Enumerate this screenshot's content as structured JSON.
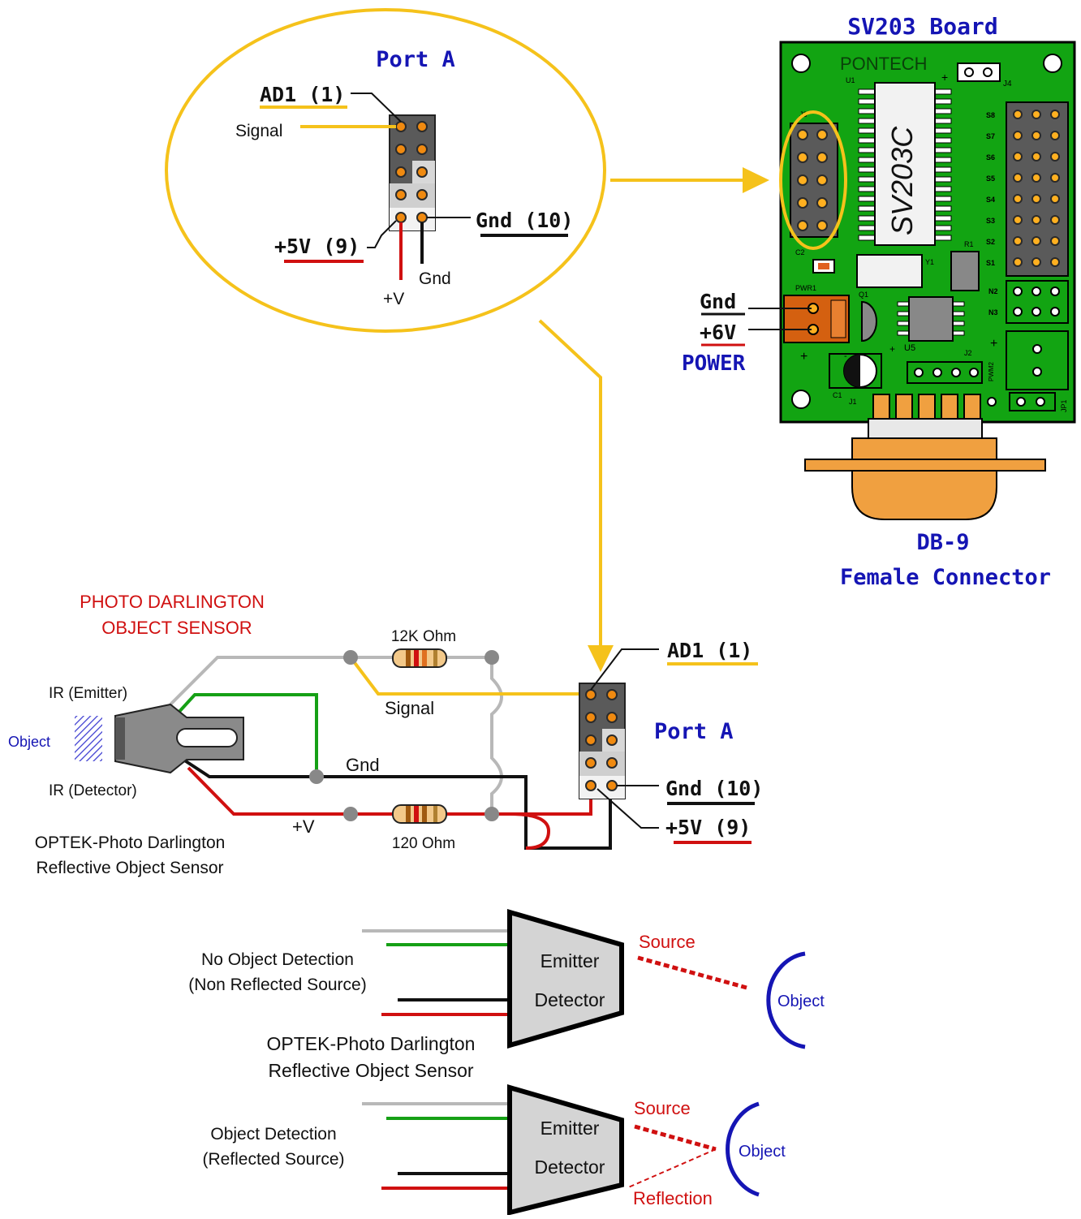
{
  "board": {
    "title": "SV203 Board",
    "maker": "PONTECH",
    "chip": "SV203C",
    "labels": {
      "u1": "U1",
      "j3": "J3",
      "j4": "J4",
      "c2": "C2",
      "pwr1": "PWR1",
      "q1": "Q1",
      "y1": "Y1",
      "r1": "R1",
      "u5": "U5",
      "j2": "J2",
      "c1": "C1",
      "j1": "J1",
      "jp1": "JP1",
      "pwm2": "PWM2",
      "n2": "N2",
      "n3": "N3",
      "plus": "+",
      "minus": "-",
      "s8": "S8",
      "s7": "S7",
      "s6": "S6",
      "s5": "S5",
      "s4": "S4",
      "s3": "S3",
      "s2": "S2",
      "s1": "S1"
    },
    "power": {
      "gnd": "Gnd",
      "v": "+6V",
      "label": "POWER"
    },
    "connector": {
      "line1": "DB-9",
      "line2": "Female Connector"
    }
  },
  "zoom": {
    "port_title": "Port A",
    "ad1": "AD1 (1)",
    "signal": "Signal",
    "gnd10": "Gnd (10)",
    "v9": "+5V (9)",
    "gnd": "Gnd",
    "plusv": "+V"
  },
  "circuit": {
    "title_line1": "PHOTO DARLINGTON",
    "title_line2": "OBJECT SENSOR",
    "emitter": "IR (Emitter)",
    "object": "Object",
    "detector": "IR (Detector)",
    "sensor_line1": "OPTEK-Photo Darlington",
    "sensor_line2": "Reflective Object Sensor",
    "r1": "12K Ohm",
    "r2": "120 Ohm",
    "signal": "Signal",
    "gnd": "Gnd",
    "plusv": "+V",
    "ad1": "AD1 (1)",
    "port": "Port A",
    "gnd10": "Gnd (10)",
    "v9": "+5V (9)"
  },
  "detection": {
    "no_obj_line1": "No Object Detection",
    "no_obj_line2": "(Non Reflected Source)",
    "emitter": "Emitter",
    "detector": "Detector",
    "source": "Source",
    "object": "Object",
    "sensor_line1": "OPTEK-Photo Darlington",
    "sensor_line2": "Reflective Object Sensor",
    "obj_line1": "Object Detection",
    "obj_line2": "(Reflected Source)",
    "emitter2": "Emitter",
    "detector2": "Detector",
    "source2": "Source",
    "object2": "Object",
    "reflection": "Reflection"
  },
  "colors": {
    "yellow": "#f5c21b",
    "blue": "#1515b4",
    "red": "#d01010",
    "green": "#16a016",
    "grey": "#b8b8b8",
    "board": "#12a412"
  }
}
